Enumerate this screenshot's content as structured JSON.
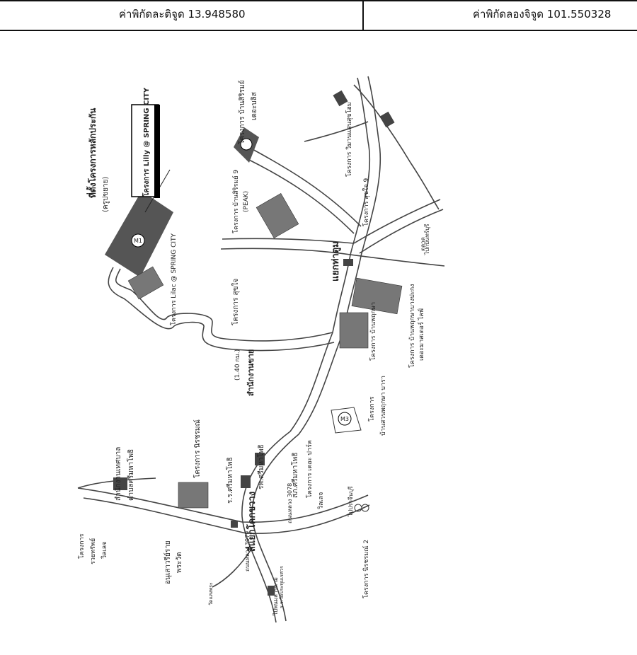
{
  "header": {
    "latitude_label": "ค่าพิกัดละติจูด 13.948580",
    "longitude_label": "ค่าพิกัดลองจิจูด 101.550328"
  },
  "map": {
    "site_label": "ที่ตั้งโครงการหลักประกัน",
    "site_note": "(ครูปขยาย)",
    "site_mark": "M1",
    "spring_city_box": "โครงการ Lilly @ SPRING CITY",
    "lilac_label": "โครงการ Lilac @ SPRING CITY",
    "baan_sirirom_label": "โครงการ บ้านสิริรมย์",
    "baan_sirirom_sub": "เดอะบลิส",
    "sirirom9_label": "โครงการ บ้านสิริรมย์ 9",
    "peak_label": "(PEAK)",
    "sukjai_label": "โครงการ สุขใจ",
    "distance_label": "(1.40 กม.)",
    "office_label": "สำนักงานขาย",
    "intersection_ta": "แยกท่าตูม",
    "intersection_kok": "สี่แยกโคกขวาง",
    "wimarn_label": "โครงการ วิมานแสนสุขโฮม",
    "suk9_label": "โครงการ สุขใจ 9",
    "to_north": "ไปกบินทร์บุรี",
    "market_label": "ตลาด",
    "pruksa_label": "โครงการ บ้านพฤกษา",
    "prachin_label": "โครงการ บ้านพฤกษาบางปะกง",
    "prachin_sub": "เดอะมาสเตอร์ ไลฟ์",
    "baan_mark": "M3",
    "baan_label": "โครงการ",
    "baan_sub": "บ้านสวนพฤกษา บารา",
    "hospital_label": "รพ.ศรีมหาโพธิ",
    "school_label": "ร.ร.ศรีมหาโพธิ",
    "nirum_label": "โครงการ นิรชรมณ์",
    "district_office": "สำนักงานเทศบาล",
    "district_sub": "ตำบลศรีมหาโพธิ",
    "police_label": "สภ.ศรีมหาโพธิ",
    "the_private": "โครงการ เดอะ ปาร์ค",
    "the_private_sub": "วิลเลจ",
    "monument_label": "อนุเสาวรีย์ราย",
    "monument_sub": "พระวัด",
    "ruay_label": "โครงการ",
    "ruay_sub": "รวยทรัพย์",
    "ruay_sub2": "วิลเลจ",
    "nirum2_label": "โครงการ นิรชรมณ์ 2",
    "road_3078": "ถนนหลวง 3078",
    "road_3079": "ถนนหลวง 3079",
    "to_prachin": "ไปปราจีนบุรี",
    "to_south": "ไปพนมสารคาม",
    "school2_label": "ร.ร.วัดประทุมเรศวร",
    "temple_label": "วัดแสงพระ"
  }
}
